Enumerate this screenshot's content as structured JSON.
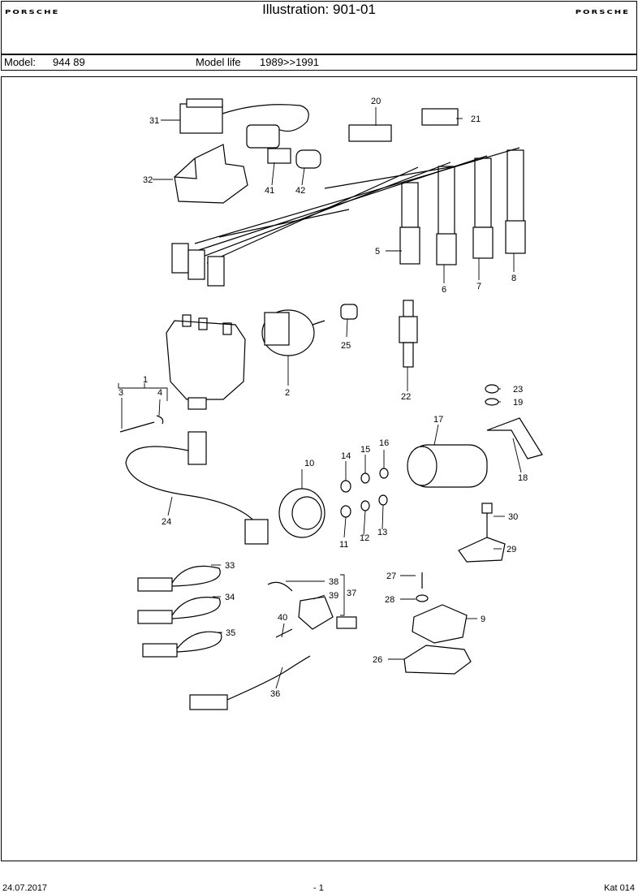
{
  "header": {
    "brand_left": "PORSCHE",
    "brand_right": "PORSCHE",
    "title": "Illustration: 901-01"
  },
  "model_bar": {
    "model_label": "Model:",
    "model_value": "944 89",
    "life_label": "Model life",
    "life_value": "1989>>1991"
  },
  "callouts": {
    "c1": "1",
    "c2": "2",
    "c3": "3",
    "c4": "4",
    "c5": "5",
    "c6": "6",
    "c7": "7",
    "c8": "8",
    "c9": "9",
    "c10": "10",
    "c11": "11",
    "c12": "12",
    "c13": "13",
    "c14": "14",
    "c15": "15",
    "c16": "16",
    "c17": "17",
    "c18": "18",
    "c19": "19",
    "c20": "20",
    "c21": "21",
    "c22": "22",
    "c23": "23",
    "c24": "24",
    "c25": "25",
    "c26": "26",
    "c27": "27",
    "c28": "28",
    "c29": "29",
    "c30": "30",
    "c31": "31",
    "c32": "32",
    "c33": "33",
    "c34": "34",
    "c35": "35",
    "c36": "36",
    "c37": "37",
    "c38": "38",
    "c39": "39",
    "c40": "40",
    "c41": "41",
    "c42": "42"
  },
  "footer": {
    "date": "24.07.2017",
    "page": "- 1",
    "catalog": "Kat 014"
  }
}
